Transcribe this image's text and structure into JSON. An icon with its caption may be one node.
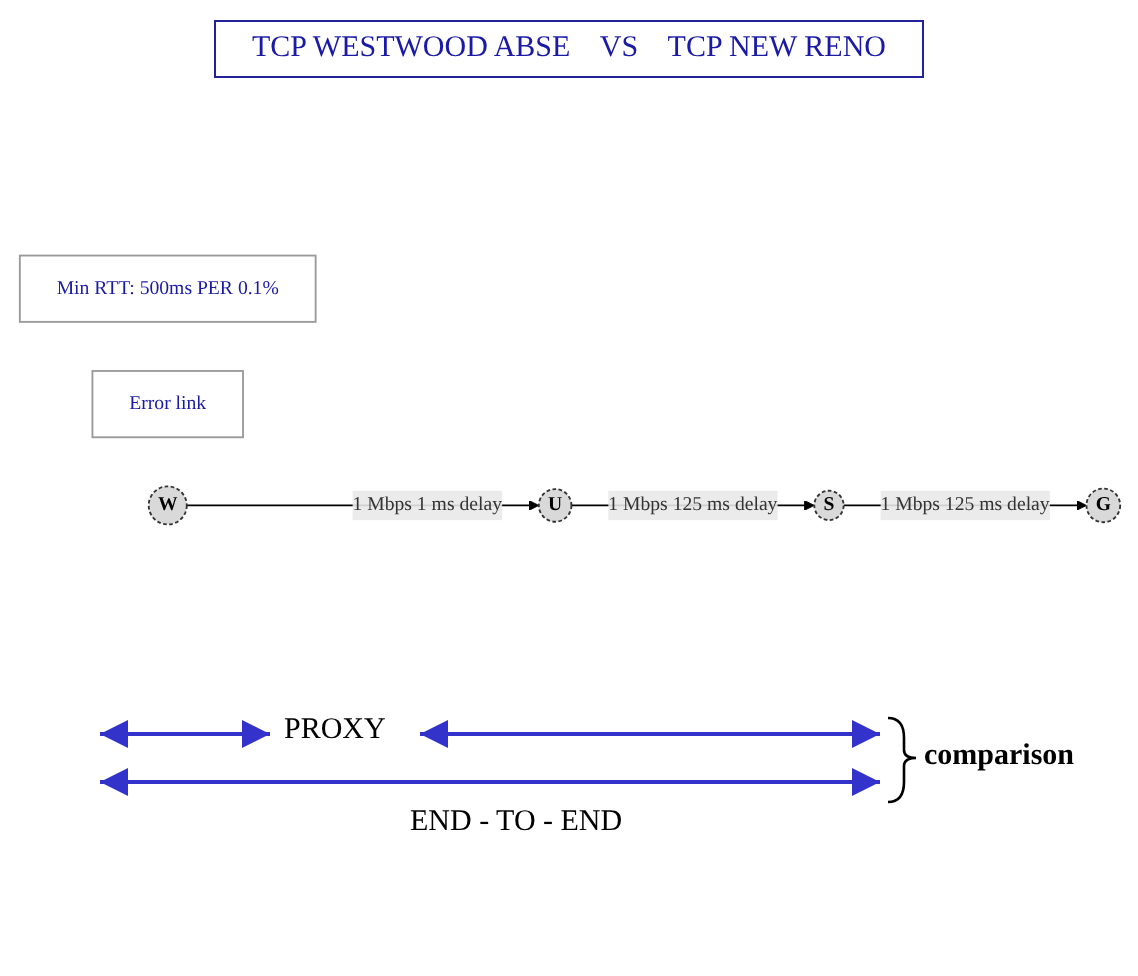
{
  "diagram": {
    "title": "TCP WESTWOOD ABSE    VS    TCP NEW RENO",
    "nodes": [
      {
        "text": [
          "S"
        ]
      },
      {
        "text": [
          "Min RTT: 500ms PER 0.1%"
        ]
      },
      {
        "text": [
          "U"
        ]
      },
      {
        "text": [
          "Error link"
        ]
      },
      {
        "text": [
          "W"
        ]
      },
      {
        "text": [
          "G"
        ]
      }
    ],
    "edges": [
      {
        "from": 4,
        "to": 2,
        "arrow": "to",
        "label": "1 Mbps 1 ms delay"
      },
      {
        "from": 2,
        "to": 0,
        "arrow": "to",
        "label": "1 Mbps 125 ms delay"
      },
      {
        "from": 0,
        "to": 5,
        "arrow": "to",
        "label": "1 Mbps 125 ms delay"
      }
    ],
    "labels": [
      "PROXY",
      "comparison",
      "END - TO - END"
    ]
  }
}
